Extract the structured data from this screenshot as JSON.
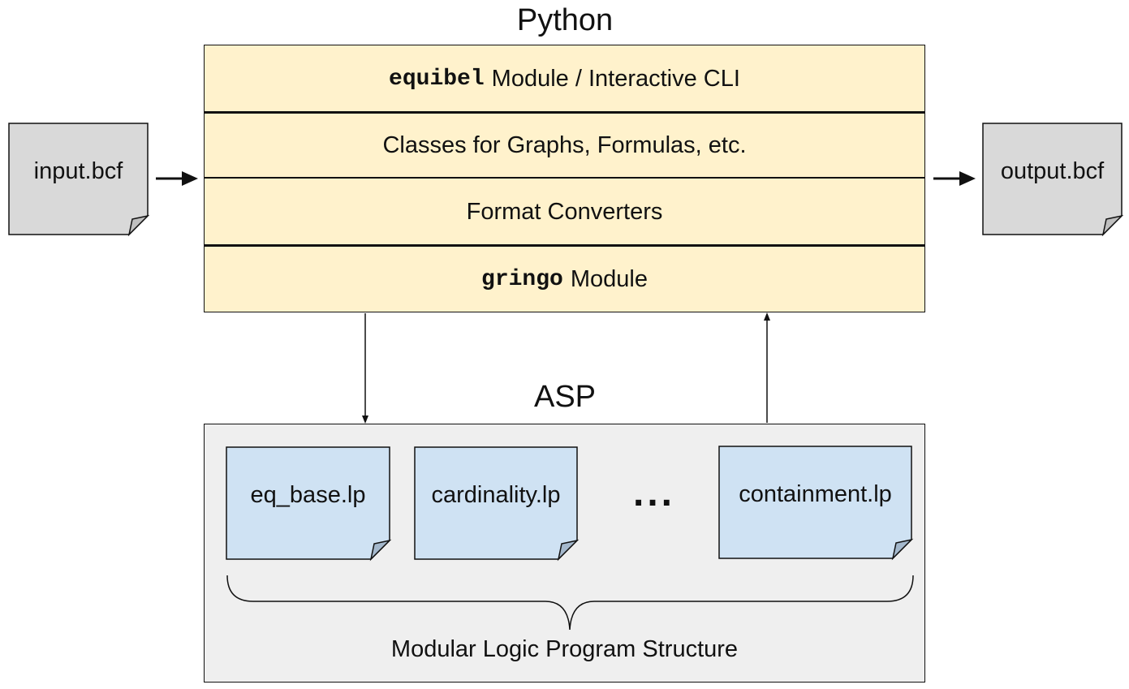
{
  "diagram": {
    "python_title": "Python",
    "asp_title": "ASP",
    "layers": [
      {
        "code": "equibel",
        "text": "Module / Interactive CLI"
      },
      {
        "code": "",
        "text": "Classes for Graphs, Formulas, etc."
      },
      {
        "code": "",
        "text": "Format Converters"
      },
      {
        "code": "gringo",
        "text": "Module"
      }
    ],
    "input_file": "input.bcf",
    "output_file": "output.bcf",
    "asp_files": [
      "eq_base.lp",
      "cardinality.lp",
      "containment.lp"
    ],
    "ellipsis": "...",
    "brace_caption": "Modular Logic Program Structure"
  },
  "colors": {
    "python_layer_fill": "#fff2cc",
    "asp_background": "#efefef",
    "io_file_fill": "#d9d9d9",
    "asp_file_fill": "#cfe2f3",
    "stroke": "#111111"
  }
}
